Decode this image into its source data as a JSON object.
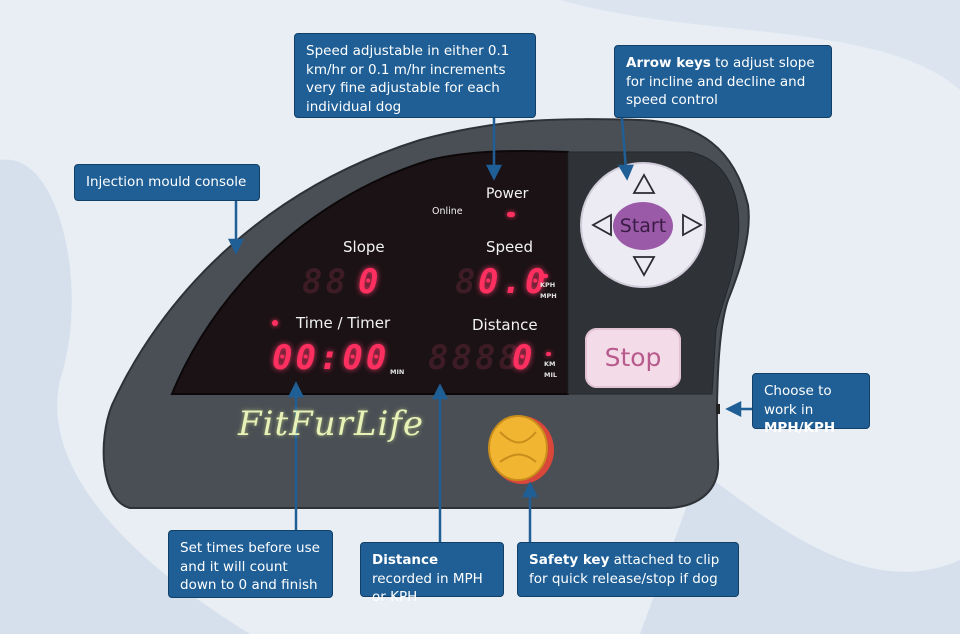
{
  "console": {
    "power_label": "Power",
    "online_label": "Online",
    "slope_label": "Slope",
    "slope_value": "0",
    "slope_ghost": "88",
    "speed_label": "Speed",
    "speed_value": "0.0",
    "speed_ghost": "8",
    "speed_units": [
      "KPH",
      "MPH"
    ],
    "time_label": "Time / Timer",
    "time_value": "00:00",
    "time_unit": "MIN",
    "distance_label": "Distance",
    "distance_value": "0",
    "distance_ghost": "8888",
    "distance_units": [
      "KM",
      "MIL"
    ],
    "start_label": "Start",
    "stop_label": "Stop",
    "brand": "FitFurLife"
  },
  "callouts": {
    "speed": {
      "text": "Speed adjustable in either 0.1 km/hr or 0.1 m/hr increments very fine adjustable for each individual dog"
    },
    "arrow_keys": {
      "bold": "Arrow keys",
      "text": " to adjust slope for incline and decline and speed control"
    },
    "injection": {
      "text": "Injection mould console"
    },
    "units": {
      "text": "Choose to work in ",
      "bold": "MPH/KPH"
    },
    "timer": {
      "text": "Set times before use and it will count down to 0 and finish"
    },
    "distance": {
      "bold": "Distance",
      "text": " recorded in MPH or KPH"
    },
    "safety": {
      "bold": "Safety key",
      "text": " attached to clip for quick release/stop if dog"
    }
  },
  "colors": {
    "callout_bg": "#1f5f96",
    "console_body": "#4a4f55",
    "display_bg": "#1b1215",
    "led_red": "#ff2f5f",
    "start_purple": "#9a5aa8",
    "stop_pink": "#f3dce8",
    "safety_key_yellow": "#f2b531"
  },
  "icons": [
    "arrow-up-icon",
    "arrow-down-icon",
    "arrow-left-icon",
    "arrow-right-icon",
    "safety-key-icon"
  ]
}
